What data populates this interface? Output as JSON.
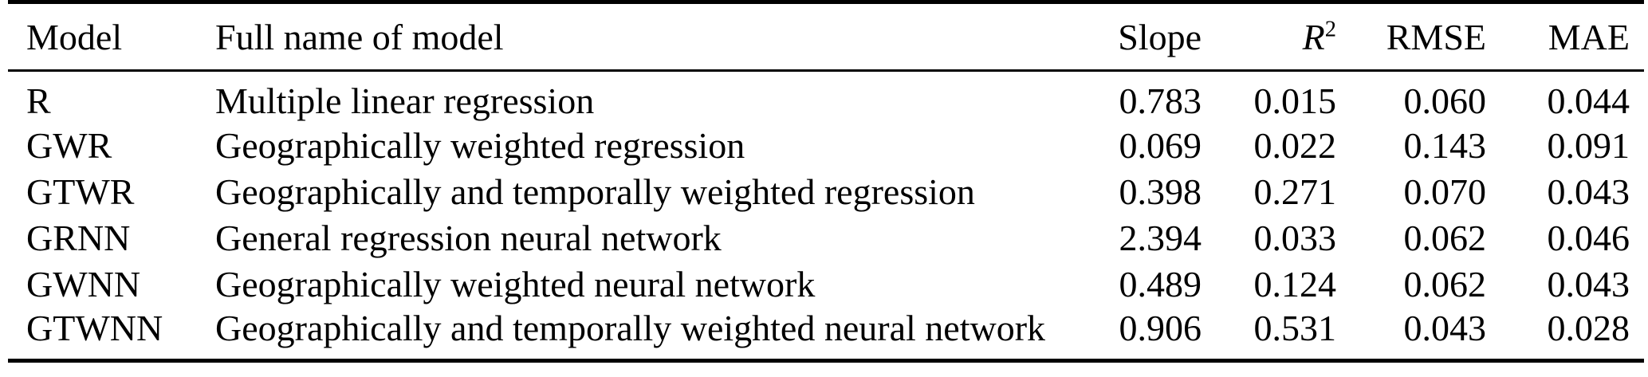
{
  "table": {
    "columns": [
      {
        "label": "Model"
      },
      {
        "label": "Full name of model"
      },
      {
        "label": "Slope"
      },
      {
        "label_base": "R",
        "label_sup": "2"
      },
      {
        "label": "RMSE"
      },
      {
        "label": "MAE"
      }
    ],
    "rows": [
      {
        "model": "R",
        "full_name": "Multiple linear regression",
        "slope": "0.783",
        "r2": "0.015",
        "rmse": "0.060",
        "mae": "0.044"
      },
      {
        "model": "GWR",
        "full_name": "Geographically weighted regression",
        "slope": "0.069",
        "r2": "0.022",
        "rmse": "0.143",
        "mae": "0.091"
      },
      {
        "model": "GTWR",
        "full_name": "Geographically and temporally weighted regression",
        "slope": "0.398",
        "r2": "0.271",
        "rmse": "0.070",
        "mae": "0.043"
      },
      {
        "model": "GRNN",
        "full_name": "General regression neural network",
        "slope": "2.394",
        "r2": "0.033",
        "rmse": "0.062",
        "mae": "0.046"
      },
      {
        "model": "GWNN",
        "full_name": "Geographically weighted neural network",
        "slope": "0.489",
        "r2": "0.124",
        "rmse": "0.062",
        "mae": "0.043"
      },
      {
        "model": "GTWNN",
        "full_name": "Geographically and temporally weighted neural network",
        "slope": "0.906",
        "r2": "0.531",
        "rmse": "0.043",
        "mae": "0.028"
      }
    ]
  },
  "colors": {
    "text": "#000000",
    "background": "#ffffff",
    "rule": "#000000"
  }
}
